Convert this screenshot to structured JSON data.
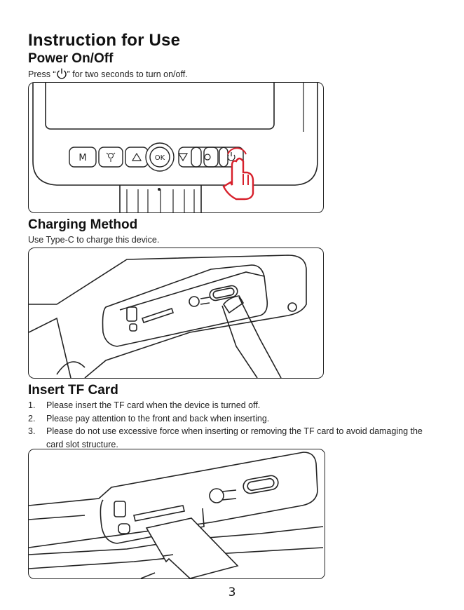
{
  "title": "Instruction for Use",
  "power": {
    "heading": "Power On/Off",
    "text_before": "Press “",
    "text_after": "” for two seconds to turn on/off.",
    "icon": "power-icon",
    "buttons": [
      "M",
      "light-icon",
      "up-icon",
      "OK",
      "down-icon",
      "settings-icon",
      "power-icon"
    ]
  },
  "charging": {
    "heading": "Charging Method",
    "text": "Use Type-C to charge this device."
  },
  "tf": {
    "heading": "Insert TF Card",
    "steps": [
      {
        "num": "1.",
        "text": "Please insert the TF card when the device is turned off."
      },
      {
        "num": "2.",
        "text": "Please pay attention to the front and back when inserting."
      },
      {
        "num": "3.",
        "text": "Please do not use excessive force when inserting or removing the TF card to avoid damaging the card slot structure."
      }
    ]
  },
  "page_number": "3",
  "colors": {
    "accent": "#d7202b",
    "text": "#111111",
    "line": "#222222"
  }
}
